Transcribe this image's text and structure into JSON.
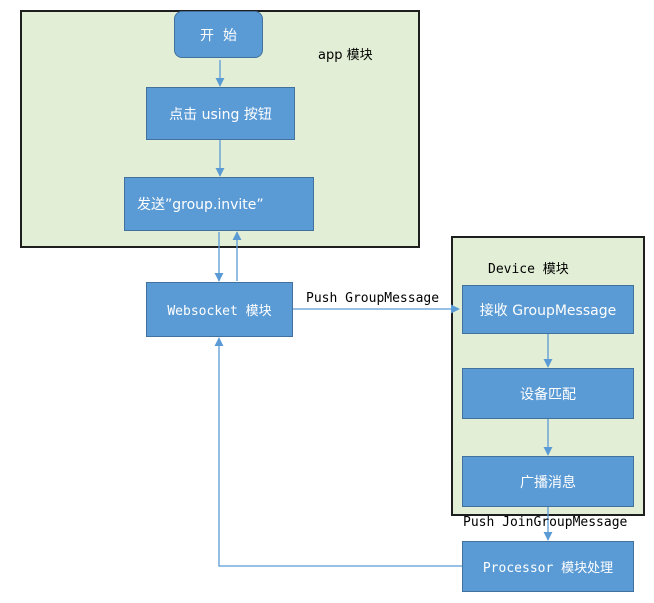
{
  "modules": {
    "app": {
      "label": "app 模块"
    },
    "device": {
      "label": "Device 模块"
    }
  },
  "nodes": {
    "start": "开  始",
    "click_using": "点击 using 按钮",
    "send_invite": "发送”group.invite”",
    "websocket": "Websocket 模块",
    "receive_group_message": "接收 GroupMessage",
    "device_match": "设备匹配",
    "broadcast": "广播消息",
    "processor": "Processor 模块处理"
  },
  "edge_labels": {
    "push_group_message": "Push GroupMessage",
    "push_join_group_message": "Push JoinGroupMessage"
  },
  "colors": {
    "node_fill": "#5b9bd5",
    "node_border": "#41719c",
    "module_fill": "#e2efd6",
    "arrow": "#5b9bd5"
  }
}
